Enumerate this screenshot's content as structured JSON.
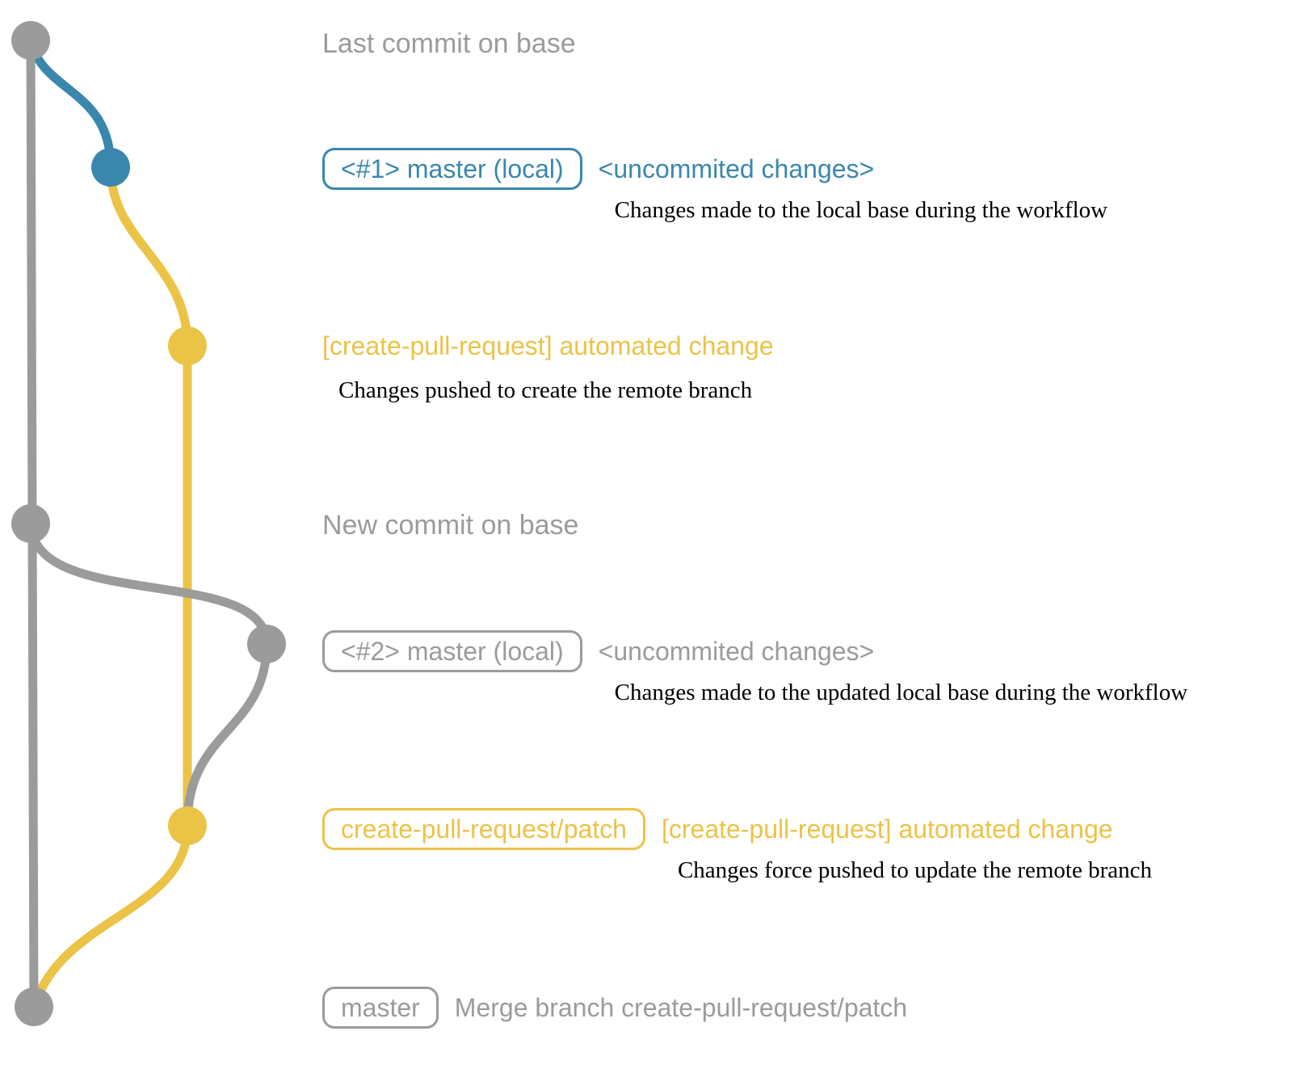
{
  "colors": {
    "master_gray": "#9b9b9b",
    "local_blue": "#3a87ad",
    "patch_yellow": "#ebc347",
    "description_black": "#000000"
  },
  "graph": {
    "commit_dots": [
      {
        "name": "last-commit-on-base",
        "color": "gray"
      },
      {
        "name": "local-commit-1",
        "color": "blue"
      },
      {
        "name": "patch-commit-1",
        "color": "yellow"
      },
      {
        "name": "new-commit-on-base",
        "color": "gray"
      },
      {
        "name": "local-commit-2",
        "color": "gray"
      },
      {
        "name": "patch-commit-2",
        "color": "yellow"
      },
      {
        "name": "merge-commit",
        "color": "gray"
      }
    ]
  },
  "annotations": {
    "last_commit": {
      "label": "Last commit on base"
    },
    "commit1": {
      "badge": "<#1> master (local)",
      "message": "<uncommited changes>",
      "description": "Changes made to the local base during the workflow"
    },
    "push1": {
      "message": "[create-pull-request] automated change",
      "description": "Changes pushed to create the remote branch"
    },
    "new_commit": {
      "label": "New commit on base"
    },
    "commit2": {
      "badge": "<#2> master (local)",
      "message": "<uncommited changes>",
      "description": "Changes made to the updated local base during the workflow"
    },
    "push2": {
      "badge": "create-pull-request/patch",
      "message": "[create-pull-request] automated change",
      "description": "Changes force pushed to update the remote branch"
    },
    "merge": {
      "badge": "master",
      "message": "Merge branch create-pull-request/patch"
    }
  }
}
